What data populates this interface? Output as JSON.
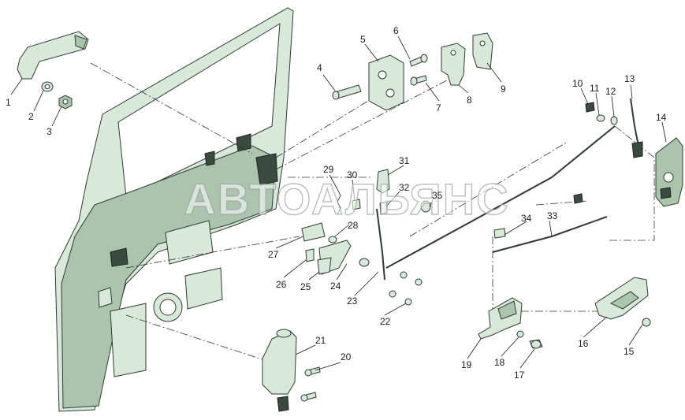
{
  "watermark": "АВТОАЛЬЯНС",
  "colors": {
    "part_fill": "#d8e8d9",
    "part_shade": "#aac4ae",
    "outline": "#2e3b31",
    "label": "#1a1a1a"
  },
  "labels": [
    "1",
    "2",
    "3",
    "4",
    "5",
    "6",
    "7",
    "8",
    "9",
    "10",
    "11",
    "12",
    "13",
    "14",
    "15",
    "16",
    "17",
    "18",
    "19",
    "20",
    "21",
    "22",
    "23",
    "24",
    "25",
    "26",
    "27",
    "28",
    "29",
    "30",
    "31",
    "32",
    "33",
    "34",
    "35"
  ]
}
